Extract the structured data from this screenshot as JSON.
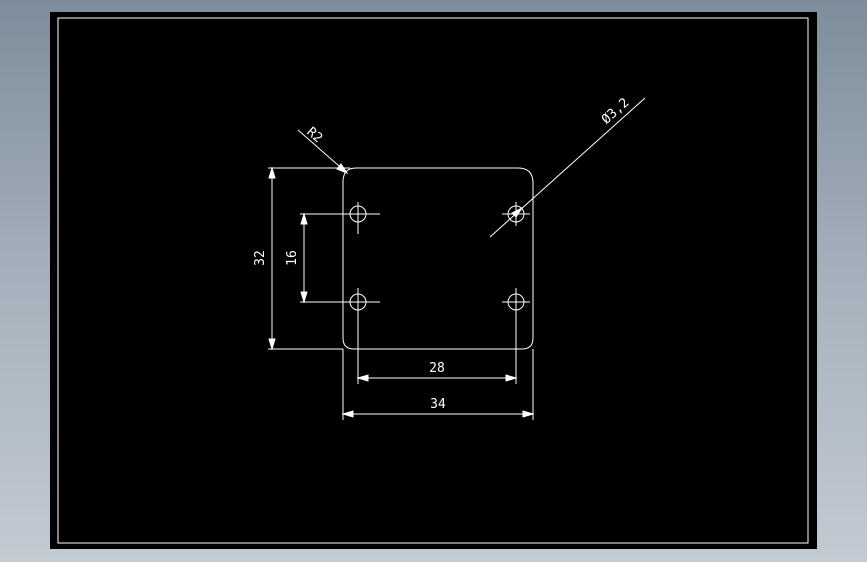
{
  "drawing": {
    "background_color": "#000000",
    "line_color": "#ffffff",
    "dimensions": {
      "radius_label": "R2",
      "hole_diameter_label": "Ø3,2",
      "height_label": "32",
      "hole_vertical_spacing_label": "16",
      "hole_horizontal_spacing_label": "28",
      "width_label": "34"
    }
  }
}
